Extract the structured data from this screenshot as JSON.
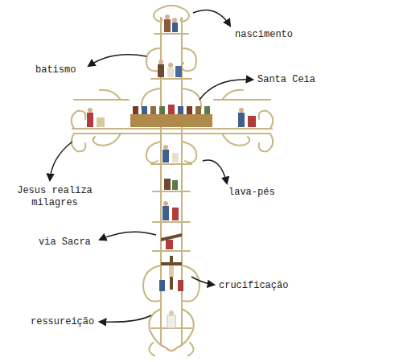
{
  "diagram": {
    "labels": [
      "nascimento",
      "batismo",
      "Santa Ceia",
      "Jesus realiza milagres",
      "lava-pés",
      "via Sacra",
      "crucificação",
      "ressureição"
    ]
  }
}
